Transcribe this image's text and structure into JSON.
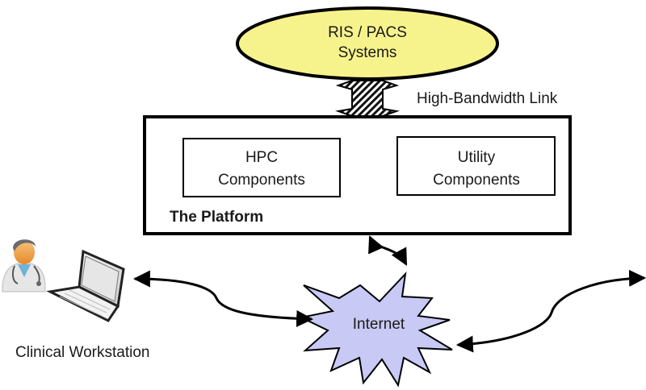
{
  "diagram": {
    "ris_pacs": {
      "line1": "RIS / PACS",
      "line2": "Systems",
      "fill": "#f7f38c"
    },
    "link_label": "High-Bandwidth Link",
    "platform": {
      "title": "The Platform",
      "hpc": {
        "line1": "HPC",
        "line2": "Components"
      },
      "utility": {
        "line1": "Utility",
        "line2": "Components"
      }
    },
    "internet": {
      "label": "Internet",
      "fill": "#c9c9f5"
    },
    "workstation_label": "Clinical Workstation"
  }
}
